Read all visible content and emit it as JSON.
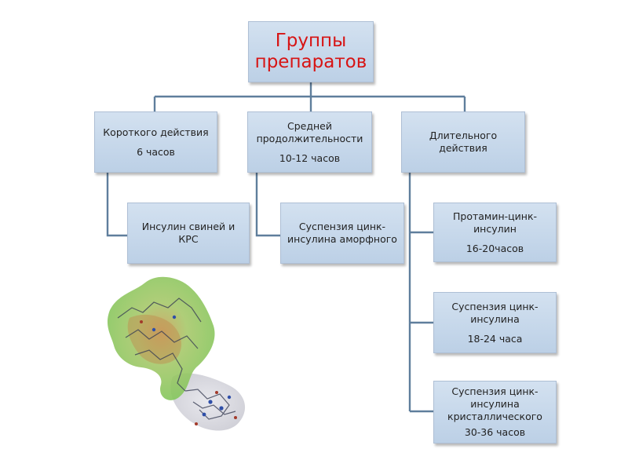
{
  "diagram": {
    "root": {
      "lines": [
        "Группы",
        "препаратов"
      ]
    },
    "groups": [
      {
        "lines": [
          "Короткого действия"
        ],
        "time": "6 часов",
        "children": [
          {
            "lines": [
              "Инсулин свиней и",
              "КРС"
            ],
            "time": ""
          }
        ]
      },
      {
        "lines": [
          "Средней",
          "продолжительности"
        ],
        "time": "10-12 часов",
        "children": [
          {
            "lines": [
              "Суспензия цинк-",
              "инсулина аморфного"
            ],
            "time": ""
          }
        ]
      },
      {
        "lines": [
          "Длительного",
          "действия"
        ],
        "time": "",
        "children": [
          {
            "lines": [
              "Протамин-цинк-",
              "инсулин"
            ],
            "time": "16-20часов"
          },
          {
            "lines": [
              "Суспензия цинк-",
              "инсулина"
            ],
            "time": "18-24 часа"
          },
          {
            "lines": [
              "Суспензия цинк-",
              "инсулина",
              "кристаллического"
            ],
            "time": "30-36 часов"
          }
        ]
      }
    ]
  },
  "image": {
    "icon": "insulin-molecule-icon"
  },
  "colors": {
    "title": "#d71414",
    "box": "#c5d7ec",
    "line": "#5f7e9c"
  }
}
